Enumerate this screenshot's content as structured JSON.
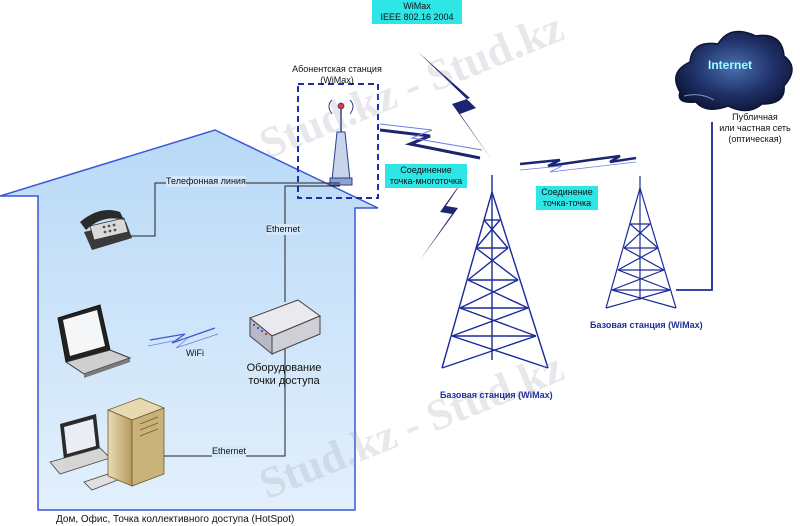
{
  "top_box": {
    "line1": "WiMax",
    "line2": "IEEE 802.16 2004"
  },
  "subscriber_station": {
    "line1": "Абонентская станция",
    "line2": "(WiMax)"
  },
  "phone_line": "Телефонная линия",
  "ethernet_top": "Ethernet",
  "ethernet_bottom": "Ethernet",
  "wifi": "WiFi",
  "access_point": {
    "line1": "Оборудование",
    "line2": "точки доступа"
  },
  "house_caption": "Дом, Офис, Точка коллективного доступа  (HotSpot)",
  "point_multipoint": {
    "line1": "Соединение",
    "line2": "точка-многоточка"
  },
  "point_point": {
    "line1": "Соединение",
    "line2": "точка-точка"
  },
  "base_station_1": "Базовая станция (WiMax)",
  "base_station_2": "Базовая станция (WiMax)",
  "internet_cloud": "Internet",
  "network_note": {
    "line1": "Публичная",
    "line2": "или частная сеть",
    "line3": "(оптическая)"
  },
  "watermark": "Stud.kz - Stud.kz",
  "colors": {
    "house_fill": "#cfe6fb",
    "house_stroke": "#3b56d6",
    "tower": "#1a2a9a",
    "accent_cyan": "#2ee6e6",
    "cloud": "#1b2a5c"
  }
}
